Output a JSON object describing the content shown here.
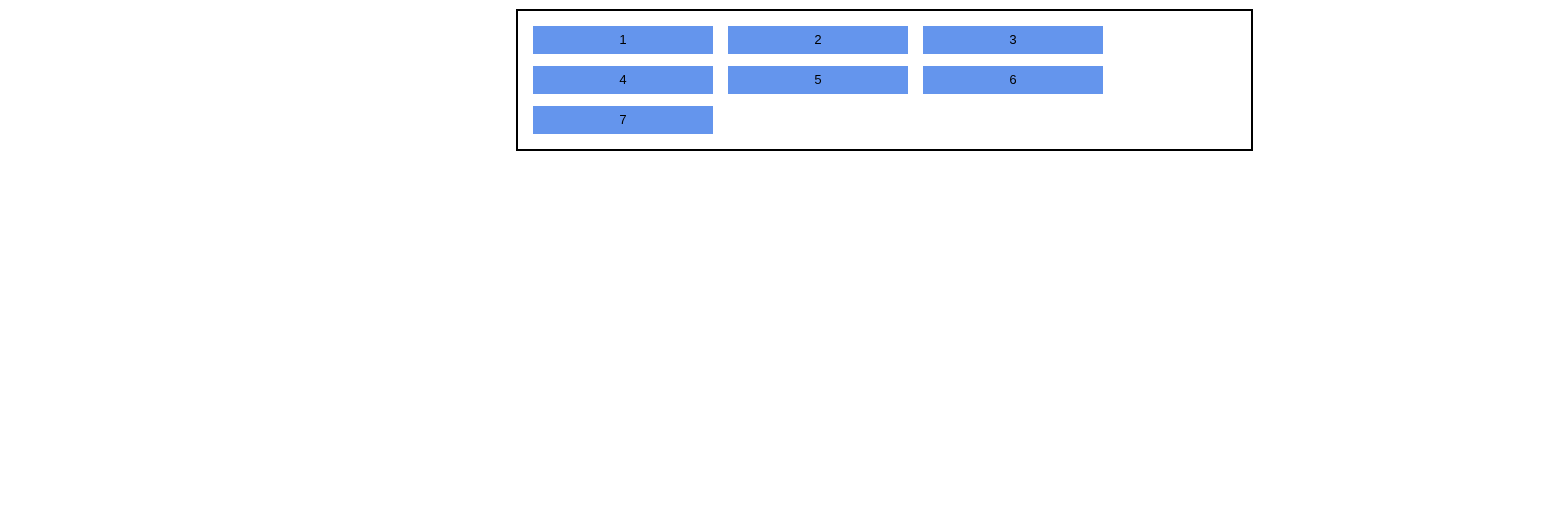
{
  "page": {
    "background_color": "#ffffff"
  },
  "flex_container": {
    "border_color": "#000000",
    "item_color": "#6495ed",
    "item_text_color": "#000000",
    "items": [
      {
        "label": "1"
      },
      {
        "label": "2"
      },
      {
        "label": "3"
      },
      {
        "label": "4"
      },
      {
        "label": "5"
      },
      {
        "label": "6"
      },
      {
        "label": "7"
      }
    ]
  }
}
